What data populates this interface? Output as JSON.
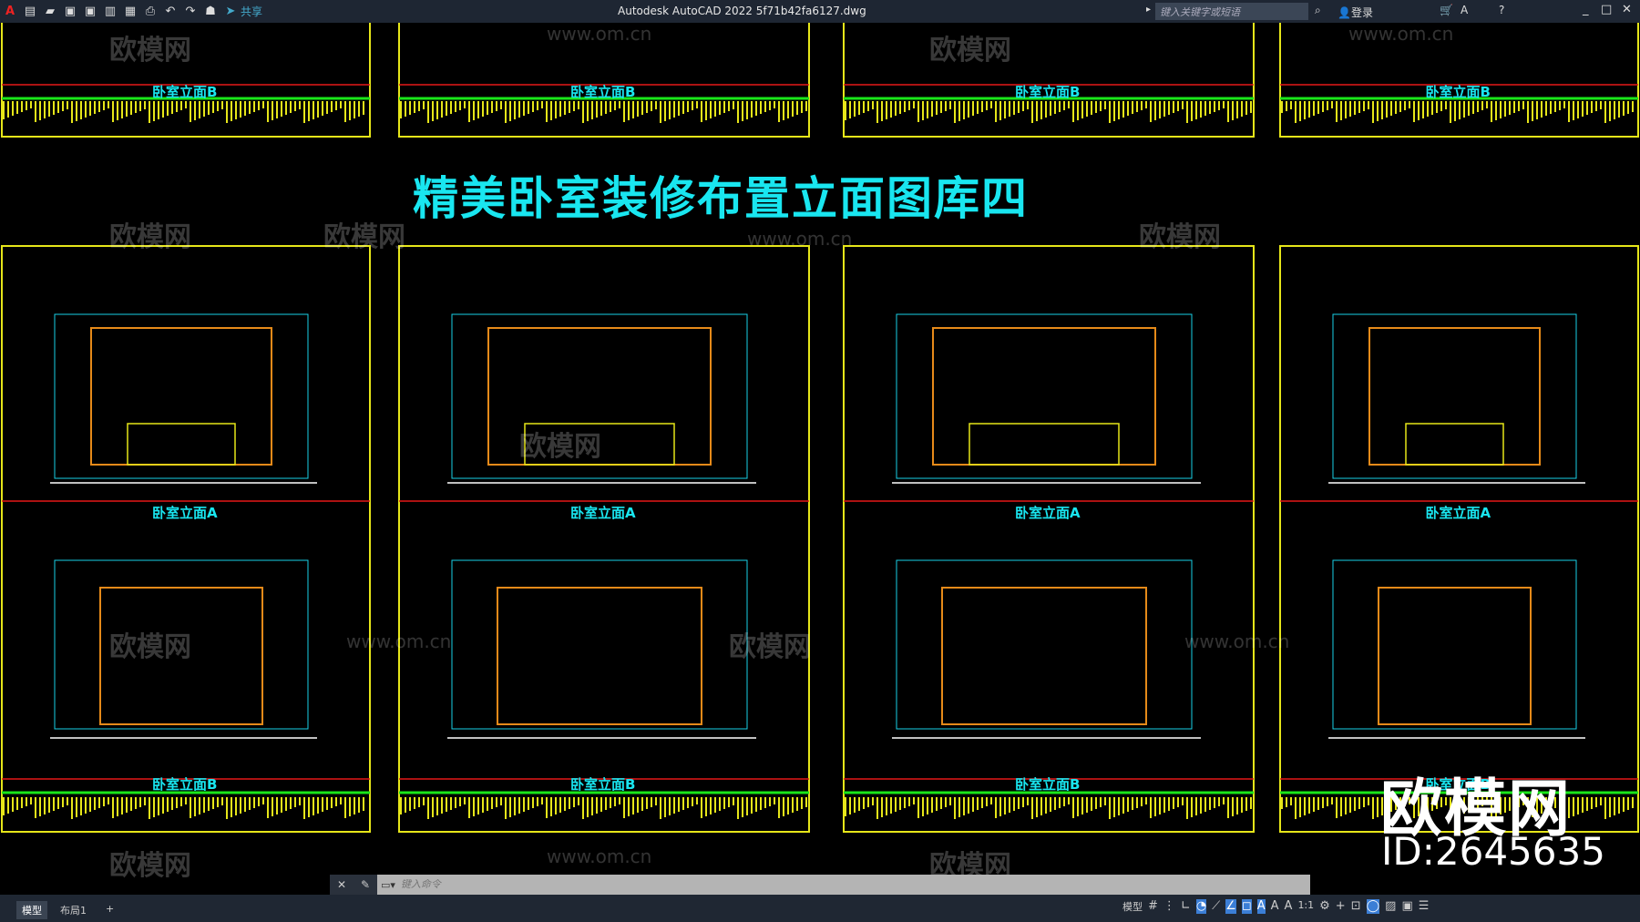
{
  "titlebar": {
    "app_title": "Autodesk AutoCAD 2022   5f71b42fa6127.dwg",
    "share_label": "共享",
    "search_placeholder": "键入关键字或短语",
    "login_label": "登录"
  },
  "drawing": {
    "main_title": "精美卧室装修布置立面图库四",
    "label_a": "卧室立面A",
    "label_b": "卧室立面B",
    "watermark_text": "欧模网",
    "watermark_url": "www.om.cn",
    "colors": {
      "frame": "#e6e619",
      "title": "#19e6f0",
      "line_red": "#e61919",
      "line_green": "#19e619",
      "furniture": "#e68a19"
    }
  },
  "command": {
    "placeholder": "键入命令"
  },
  "statusbar": {
    "tabs": [
      "模型",
      "布局1"
    ],
    "add_tab": "+",
    "model_label": "模型",
    "scale": "1:1"
  },
  "overlay": {
    "logo": "欧模网",
    "id": "ID:2645635"
  }
}
